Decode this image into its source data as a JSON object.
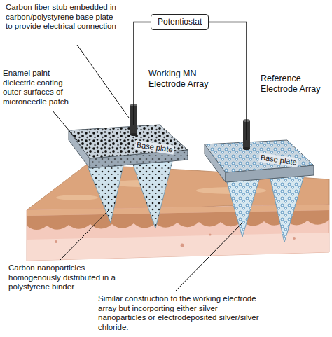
{
  "diagram": {
    "nodes": [
      {
        "text": [
          "Potentiostat"
        ]
      },
      {
        "text": [
          "Base plate"
        ]
      },
      {
        "text": [
          "Base plate"
        ]
      }
    ],
    "edges": [
      {
        "from": 0,
        "to": 1,
        "arrow": "none"
      },
      {
        "from": 0,
        "to": 2,
        "arrow": "none"
      }
    ],
    "labels": [
      "Carbon fiber stub embedded in carbon/polystyrene base plate to provide electrical connection",
      "Enamel paint dielectric coating outer surfaces of microneedle patch",
      "Working MN Electrode Array",
      "Reference Electrode Array",
      "Carbon nanoparticles homogenously distributed in a polystyrene binder",
      "Similar construction to the working electrode array but incorporting either silver nanoparticles or electrodeposited silver/silver chloride."
    ]
  }
}
